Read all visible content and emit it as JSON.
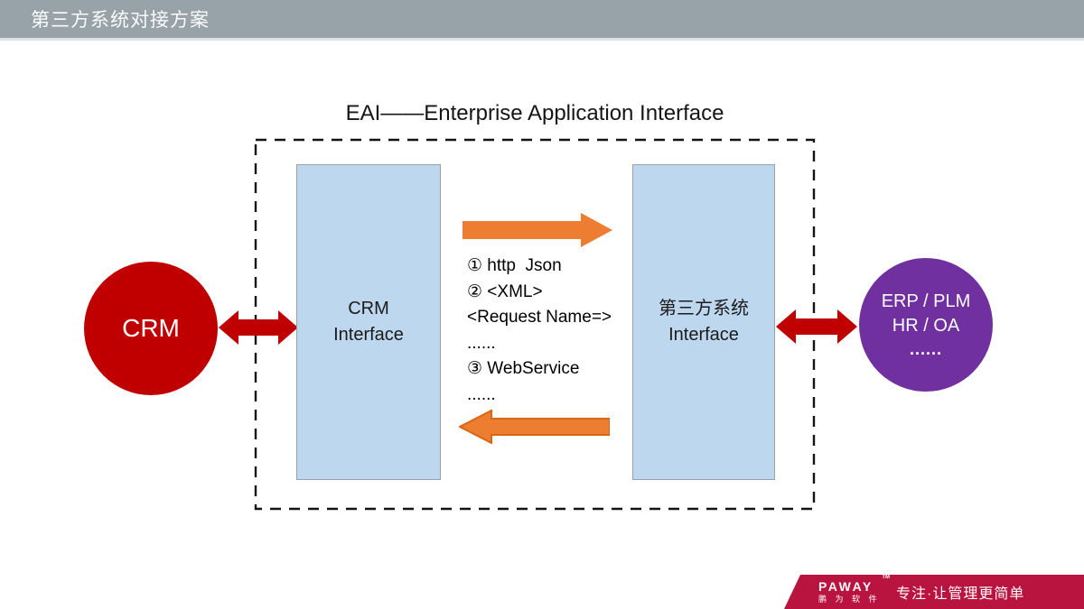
{
  "header": {
    "title": "第三方系统对接方案",
    "bg": "#98A2A9"
  },
  "diagram": {
    "title": "EAI——Enterprise Application Interface",
    "crm_circle": {
      "label": "CRM",
      "color": "#C00000"
    },
    "crm_box": {
      "line1": "CRM",
      "line2": "Interface",
      "fill": "#BDD7EE"
    },
    "third_party_box": {
      "line1": "第三方系统",
      "line2": "Interface",
      "fill": "#BDD7EE"
    },
    "erp_circle": {
      "line1": "ERP / PLM",
      "line2": "HR / OA",
      "line3": "......",
      "color": "#7030A0"
    },
    "protocols": [
      "① http  Json",
      "② <XML>",
      "<Request Name=>",
      "......",
      "③ WebService",
      "......"
    ],
    "colors": {
      "orange_arrow": "#ED7D31",
      "orange_arrow_border": "#D86613",
      "red_arrow": "#C00000",
      "dashed_border": "#141414"
    }
  },
  "footer": {
    "logo": "PAWAY",
    "logo_sub": "鹏 为 软 件",
    "trademark": "TM",
    "tagline": "专注·让管理更简单",
    "bg": "#B9133F"
  }
}
